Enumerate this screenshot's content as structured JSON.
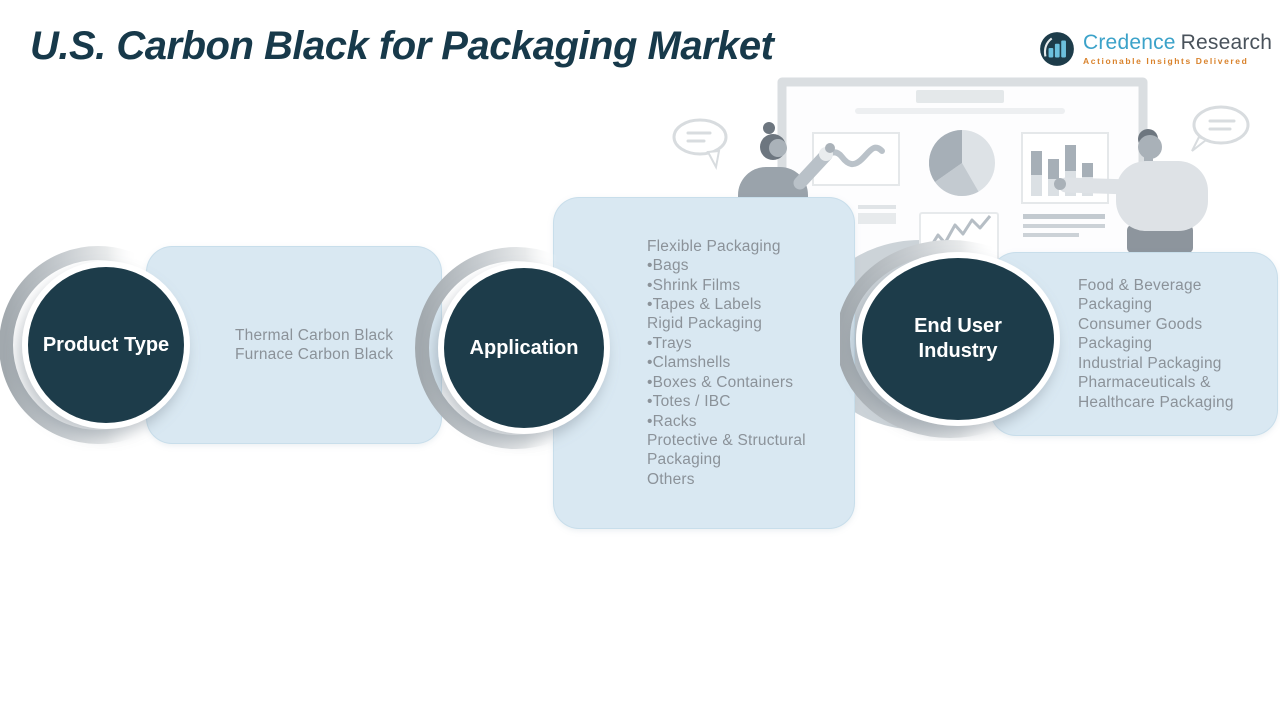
{
  "header": {
    "title": "U.S. Carbon Black for Packaging Market"
  },
  "logo": {
    "brand_primary": "Credence",
    "brand_secondary": "Research",
    "tagline": "Actionable Insights Delivered",
    "icon": "bar-chart-circle-icon",
    "colors": {
      "primary_blue": "#3ba2c9",
      "slate": "#49525b",
      "tagline_orange": "#d9822b"
    }
  },
  "segments": [
    {
      "label": "Product Type",
      "items": [
        "Thermal Carbon Black",
        "Furnace Carbon Black"
      ]
    },
    {
      "label": "Application",
      "items": [
        "Flexible Packaging",
        "•Bags",
        "•Shrink Films",
        "•Tapes & Labels",
        "Rigid Packaging",
        "•Trays",
        "•Clamshells",
        "•Boxes & Containers",
        "•Totes / IBC",
        "•Racks",
        "Protective & Structural Packaging",
        "Others"
      ]
    },
    {
      "label": "End User Industry",
      "items": [
        "Food & Beverage Packaging",
        "Consumer Goods Packaging",
        "Industrial Packaging",
        "Pharmaceuticals & Healthcare Packaging"
      ]
    }
  ],
  "illustration": "analytics-presentation-illustration",
  "colors": {
    "title_teal": "#17394a",
    "circle_teal": "#1d3c4a",
    "card_blue": "#d9e8f2",
    "list_text_gray": "#8b9299"
  }
}
